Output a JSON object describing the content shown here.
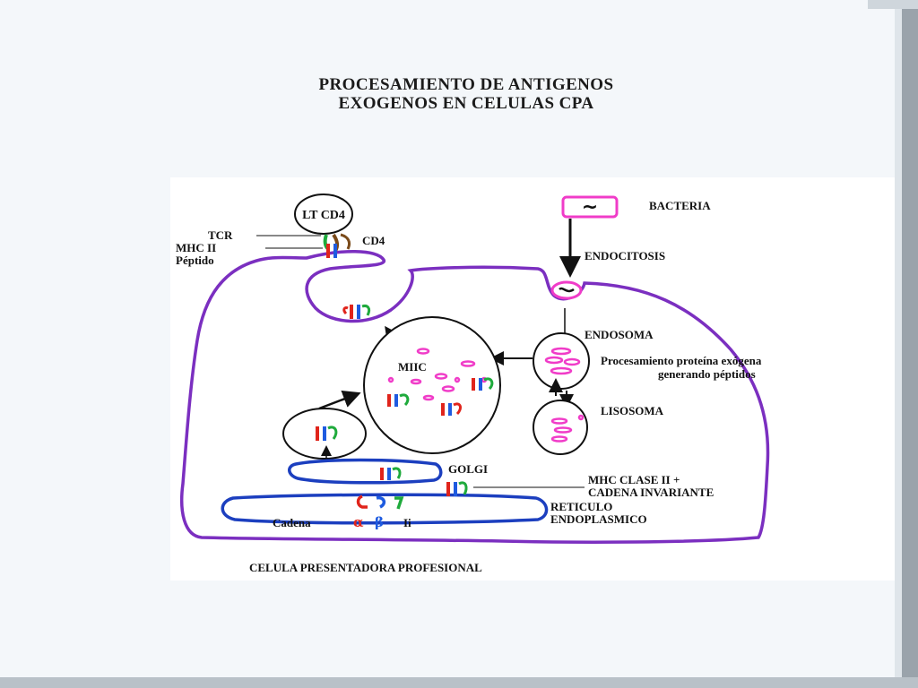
{
  "title": {
    "line1": "PROCESAMIENTO DE ANTIGENOS",
    "line2": "EXOGENOS EN CELULAS CPA"
  },
  "labels": {
    "lt_cd4": "LT CD4",
    "tcr": "TCR",
    "mhc_ii": "MHC II",
    "peptido": "Péptido",
    "cd4": "CD4",
    "bacteria": "BACTERIA",
    "endocitosis": "ENDOCITOSIS",
    "endosoma": "ENDOSOMA",
    "procesamiento_line1": "Procesamiento proteína exógena",
    "procesamiento_line2": "generando péptidos",
    "miic": "MIIC",
    "lisosoma": "LISOSOMA",
    "golgi": "GOLGI",
    "mhc_clase_line1": "MHC CLASE II +",
    "mhc_clase_line2": "CADENA INVARIANTE",
    "reticulo_line1": "RETICULO",
    "reticulo_line2": "ENDOPLASMICO",
    "cadena": "Cadena",
    "alpha": "α",
    "beta": "β",
    "ii": "Ii",
    "bacteria_symbol": "~",
    "celula": "CELULA PRESENTADORA PROFESIONAL"
  },
  "colors": {
    "membrane": "#7b2fc0",
    "er_golgi": "#1c3fbf",
    "fragments": "#f03cc8",
    "alpha_chain": "#e0241b",
    "beta_chain": "#1e5be0",
    "invariant_chain": "#1faa3c",
    "ink": "#111111"
  }
}
